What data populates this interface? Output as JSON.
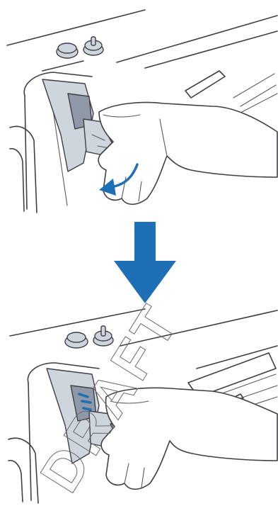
{
  "figure": {
    "panels": [
      {
        "id": "before",
        "description_icon": "sewing-machine-presser-foot-removal"
      },
      {
        "id": "after",
        "description_icon": "sewing-machine-presser-foot-attached"
      }
    ],
    "transition_arrow": {
      "direction": "down",
      "color": "#1e6fb5"
    },
    "motion_arrow_color": "#1e6fb5",
    "highlight_color": "#1e6fb5",
    "watermark_text": "DRAFT"
  }
}
